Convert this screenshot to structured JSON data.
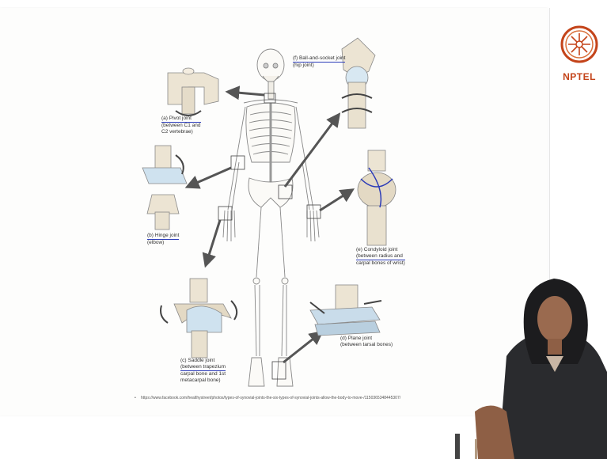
{
  "logo": {
    "text": "NPTEL"
  },
  "labels": {
    "pivot": {
      "title": "(a) Pivot joint",
      "l1": "(between C1 and",
      "l2": "C2 vertebrae)"
    },
    "ball": {
      "title": "(f) Ball-and-socket joint",
      "l1": "(hip joint)"
    },
    "hinge": {
      "title": "(b) Hinge joint",
      "l1": "(elbow)"
    },
    "condyloid": {
      "title": "(e) Condyloid joint",
      "l1": "(between radius and",
      "l2": "carpal bones of wrist)"
    },
    "saddle": {
      "title": "(c) Saddle joint",
      "l1": "(between trapezium",
      "l2": "carpal bone and 1st",
      "l3": "metacarpal bone)"
    },
    "plane": {
      "title": "(d) Plane joint",
      "l1": "(between tarsal bones)"
    }
  },
  "footnote": "https://www.facebook.com/healthystreet/photos/types-of-synovial-joints-the-six-types-of-synovial-joints-allow-the-body-to-move-/1150365348445307/",
  "colors": {
    "accent": "#2b3bb8",
    "logo": "#c4441a",
    "bone": "#ede6d6",
    "arrow": "#555555"
  }
}
